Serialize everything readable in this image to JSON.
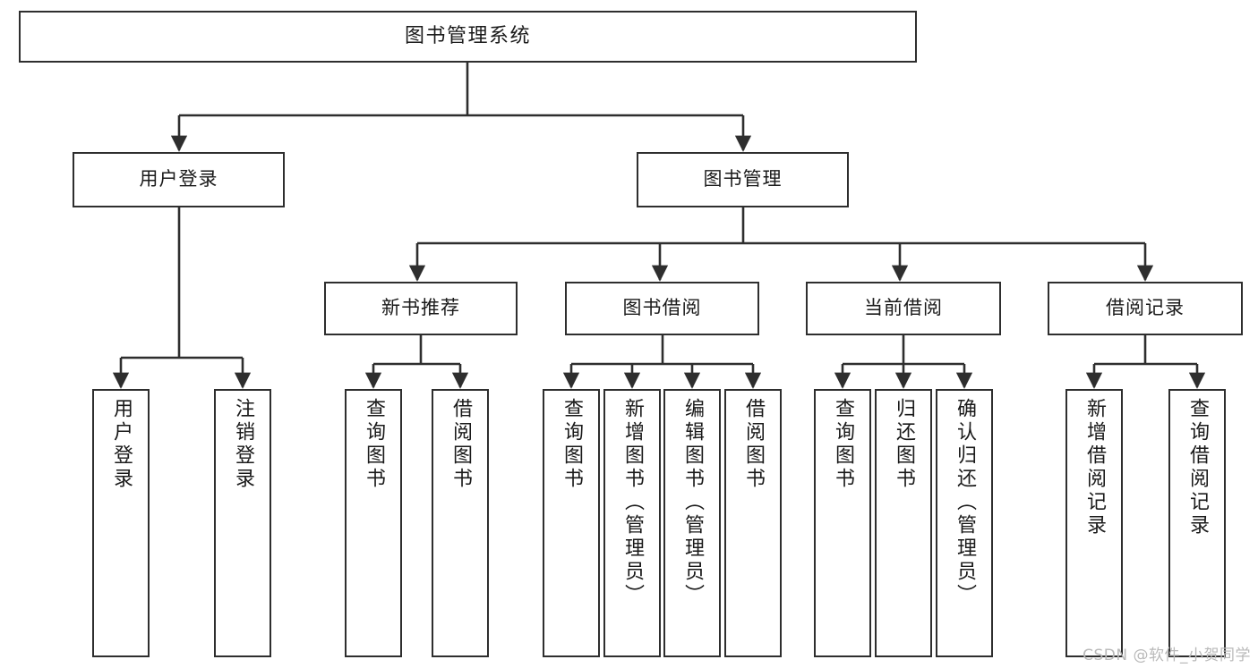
{
  "diagram": {
    "title": "图书管理系统",
    "type": "hierarchy-tree",
    "watermark": "CSDN @软件_小贺同学",
    "colors": {
      "stroke": "#2e2e2e",
      "fill": "#ffffff",
      "text": "#1a1a1a",
      "watermark": "#b9b9b9"
    },
    "nodes": {
      "root": {
        "label": "图书管理系统"
      },
      "user_login": {
        "label": "用户登录"
      },
      "book_manage": {
        "label": "图书管理"
      },
      "new_rec": {
        "label": "新书推荐"
      },
      "book_borrow": {
        "label": "图书借阅"
      },
      "cur_borrow": {
        "label": "当前借阅"
      },
      "borrow_rec": {
        "label": "借阅记录"
      },
      "leaf_user_login": {
        "label": "用户登录"
      },
      "leaf_user_logout": {
        "label": "注销登录"
      },
      "leaf_nr_query": {
        "label": "查询图书"
      },
      "leaf_nr_borrow": {
        "label": "借阅图书"
      },
      "leaf_bb_query": {
        "label": "查询图书"
      },
      "leaf_bb_add": {
        "label": "新增图书（管理员）"
      },
      "leaf_bb_edit": {
        "label": "编辑图书（管理员）"
      },
      "leaf_bb_borrow": {
        "label": "借阅图书"
      },
      "leaf_cb_query": {
        "label": "查询图书"
      },
      "leaf_cb_return": {
        "label": "归还图书"
      },
      "leaf_cb_confirm": {
        "label": "确认归还（管理员）"
      },
      "leaf_br_add": {
        "label": "新增借阅记录"
      },
      "leaf_br_query": {
        "label": "查询借阅记录"
      }
    }
  }
}
